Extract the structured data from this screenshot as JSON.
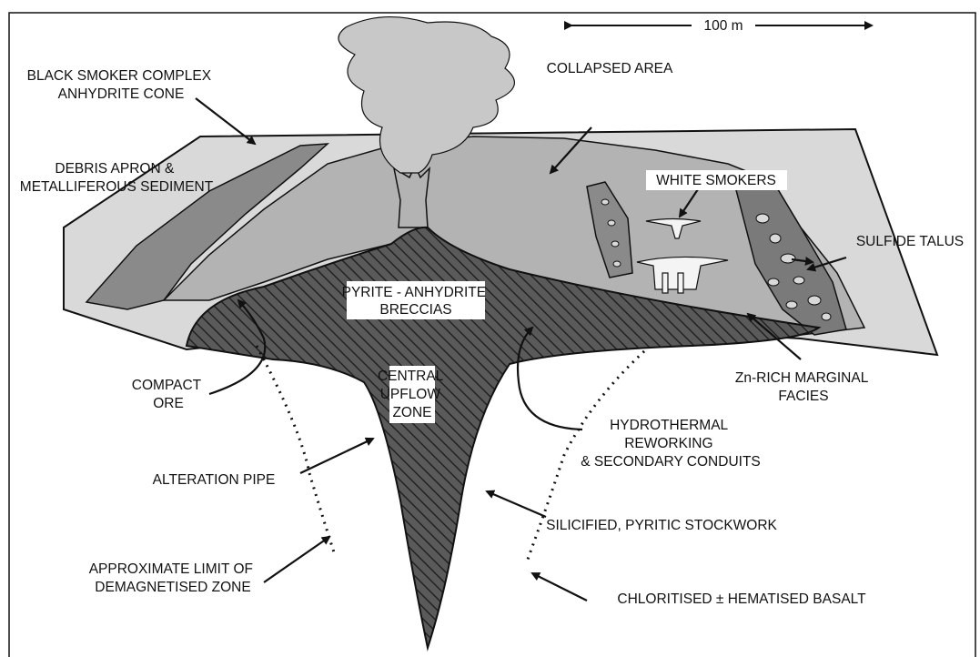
{
  "scale_bar": {
    "label": "100 m"
  },
  "labels": {
    "black_smoker": [
      "BLACK SMOKER COMPLEX",
      "ANHYDRITE CONE"
    ],
    "debris_apron": [
      "DEBRIS APRON &",
      "METALLIFEROUS SEDIMENT"
    ],
    "collapsed_area": [
      "COLLAPSED AREA"
    ],
    "white_smokers": [
      "WHITE SMOKERS"
    ],
    "sulfide_talus": [
      "SULFIDE TALUS"
    ],
    "pyrite_anhydrite": [
      "PYRITE - ANHYDRITE",
      "BRECCIAS"
    ],
    "central_upflow": [
      "CENTRAL",
      "UPFLOW",
      "ZONE"
    ],
    "compact_ore": [
      "COMPACT",
      "ORE"
    ],
    "zn_rich": [
      "Zn-RICH MARGINAL",
      "FACIES"
    ],
    "hydrothermal": [
      "HYDROTHERMAL",
      "REWORKING",
      "& SECONDARY CONDUITS"
    ],
    "alteration_pipe": [
      "ALTERATION PIPE"
    ],
    "silicified": [
      "SILICIFIED, PYRITIC STOCKWORK"
    ],
    "demagnetised": [
      "APPROXIMATE LIMIT OF",
      "DEMAGNETISED ZONE"
    ],
    "chloritised": [
      "CHLORITISED ± HEMATISED BASALT"
    ]
  },
  "colors": {
    "outer_mound": "#d9d9d9",
    "inner_mound": "#b3b3b3",
    "debris_band": "#8a8a8a",
    "breccia_fill": "#555555",
    "plume": "#c8c8c8",
    "outline": "#111111"
  }
}
